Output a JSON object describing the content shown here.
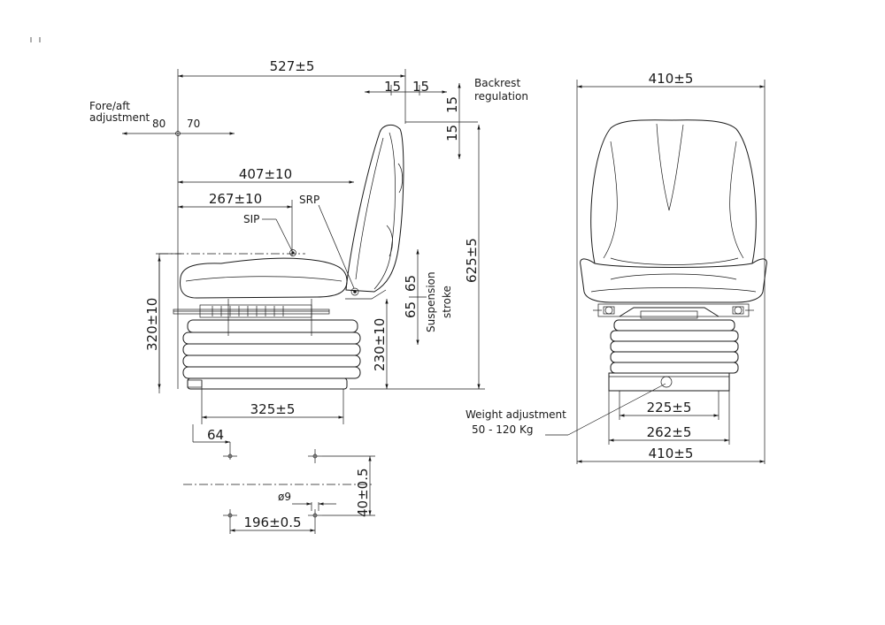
{
  "side_view": {
    "overall_depth": "527±5",
    "fore_aft_label": "Fore/aft adjustment",
    "fore_aft_back": "80",
    "fore_aft_front": "70",
    "backrest_15_a": "15",
    "backrest_15_b": "15",
    "backrest_15_c": "15",
    "backrest_15_d": "15",
    "backrest_label": "Backrest regulation",
    "depth_sip_srp_front": "407±10",
    "depth_sip": "267±10",
    "sip_label": "SIP",
    "srp_label": "SRP",
    "seat_height": "320±10",
    "base_height": "230±10",
    "overall_height": "625±5",
    "suspension_up": "65",
    "suspension_down": "65",
    "suspension_label": "Suspension stroke",
    "base_length": "325±5",
    "mount_offset": "64",
    "hole_diameter": "ø9",
    "mount_spacing_y": "40±0.5",
    "mount_spacing_x": "196±0.5"
  },
  "front_view": {
    "overall_width_top": "410±5",
    "weight_label": "Weight adjustment",
    "weight_range": "50 - 120 Kg",
    "width_225": "225±5",
    "width_262": "262±5",
    "overall_width_bottom": "410±5"
  }
}
